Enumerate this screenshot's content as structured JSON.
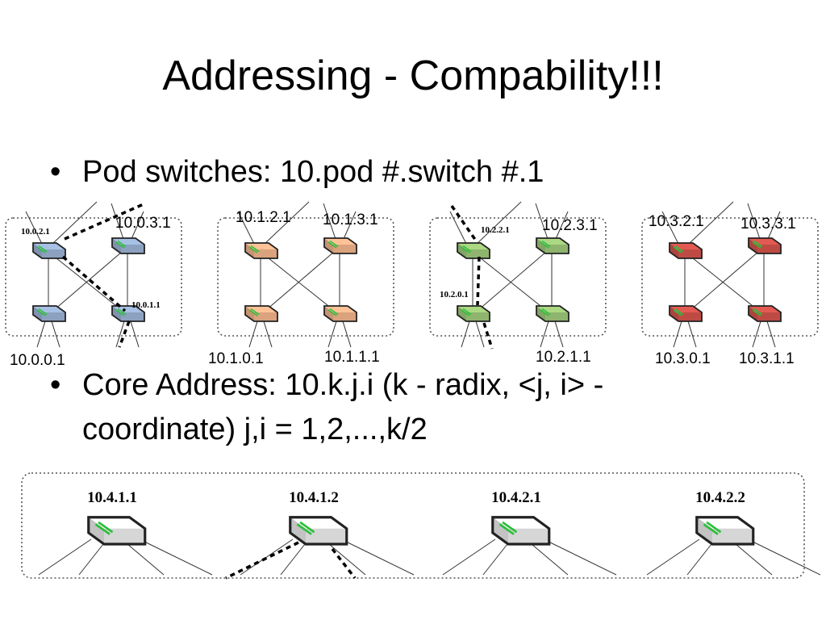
{
  "title": "Addressing - Compability!!!",
  "bullets": [
    {
      "text": "Pod switches: 10.pod #.switch #.1"
    },
    {
      "line1": "Core Address: 10.k.j.i (k - radix, <j, i> -",
      "line2": "coordinate) j,i = 1,2,...,k/2"
    }
  ],
  "pods": [
    {
      "color": "#9bb3d4",
      "upper": [
        "10.0.2.1",
        "10.0.3.1"
      ],
      "lower": [
        "10.0.0.1",
        "10.0.1.1"
      ]
    },
    {
      "color": "#f2b48b",
      "upper": [
        "10.1.2.1",
        "10.1.3.1"
      ],
      "lower": [
        "10.1.0.1",
        "10.1.1.1"
      ]
    },
    {
      "color": "#9fc87a",
      "upper": [
        "10.2.2.1",
        "10.2.3.1"
      ],
      "lower": [
        "10.2.0.1",
        "10.2.1.1"
      ]
    },
    {
      "color": "#d2534c",
      "upper": [
        "10.3.2.1",
        "10.3.3.1"
      ],
      "lower": [
        "10.3.0.1",
        "10.3.1.1"
      ]
    }
  ],
  "core": {
    "color": "#eeeeee",
    "switches": [
      "10.4.1.1",
      "10.4.1.2",
      "10.4.2.1",
      "10.4.2.2"
    ]
  }
}
